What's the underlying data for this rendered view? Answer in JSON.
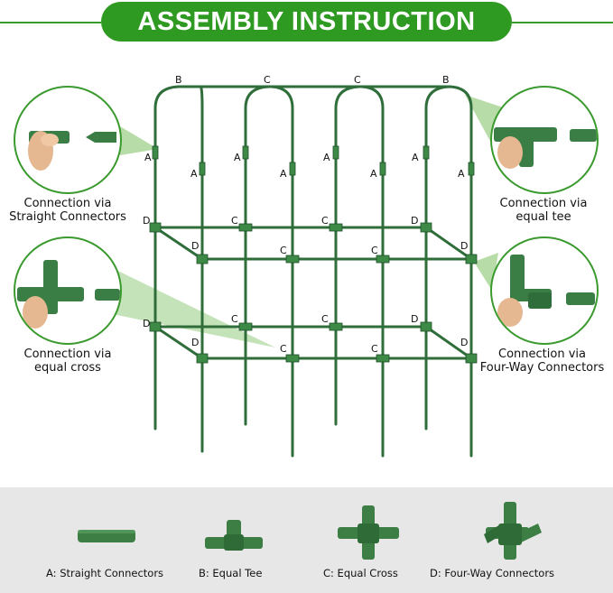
{
  "title": "ASSEMBLY INSTRUCTION",
  "callouts": {
    "straight": [
      "Connection via",
      "Straight Connectors"
    ],
    "tee": [
      "Connection via",
      "equal tee"
    ],
    "cross": [
      "Connection via",
      "equal cross"
    ],
    "fourway": [
      "Connection via",
      "Four-Way Connectors"
    ]
  },
  "letters": {
    "a": "A",
    "b": "B",
    "c": "C",
    "d": "D"
  },
  "legend": {
    "a": "A:  Straight Connectors",
    "b": "B:  Equal Tee",
    "c": "C:  Equal Cross",
    "d": "D:  Four-Way Connectors"
  },
  "colors": {
    "brand_green": "#2f9a22",
    "pipe_green": "#2f6e3a",
    "connector_green": "#3c8a45",
    "panel_gray": "#e7e7e7"
  }
}
